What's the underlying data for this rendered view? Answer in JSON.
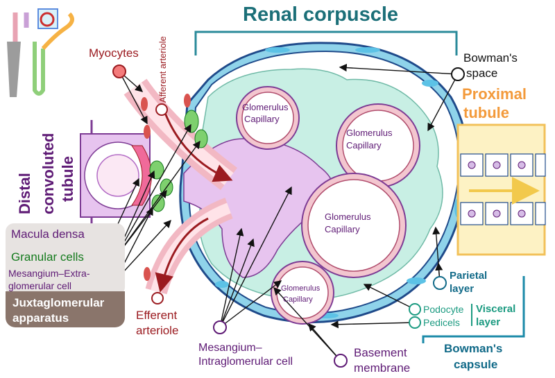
{
  "labels": {
    "renal_corpuscle": "Renal corpuscle",
    "bowmans_space_1": "Bowman's",
    "bowmans_space_2": "space",
    "proximal_1": "Proximal",
    "proximal_2": "tubule",
    "myocytes": "Myocytes",
    "afferent_arteriole": "Afferent arteriole",
    "distal_1": "Distal",
    "distal_2": "convoluted",
    "distal_3": "tubule",
    "macula_densa": "Macula densa",
    "granular_cells": "Granular cells",
    "mesangium_extra_1": "Mesangium–Extra-",
    "mesangium_extra_2": "glomerular cell",
    "jga_1": "Juxtaglomerular",
    "jga_2": "apparatus",
    "efferent_1": "Efferent",
    "efferent_2": "arteriole",
    "mesangium_intra_1": "Mesangium–",
    "mesangium_intra_2": "Intraglomerular cell",
    "basement_1": "Basement",
    "basement_2": "membrane",
    "parietal_1": "Parietal",
    "parietal_2": "layer",
    "podocyte": "Podocyte",
    "pedicels": "Pedicels",
    "visceral_1": "Visceral",
    "visceral_2": "layer",
    "bowmans_capsule_1": "Bowman's",
    "bowmans_capsule_2": "capsule",
    "glom_cap_1": "Glomerulus",
    "glom_cap_2": "Capillary"
  },
  "colors": {
    "capsule_outer": "#8fd3ea",
    "capsule_line": "#1f4a8a",
    "bowman_space": "#ffffff",
    "podocyte_fill": "#c8efe4",
    "mesangium_fill": "#e7c4ef",
    "capillary_wall": "#f3c6cf",
    "arteriole_wall": "#f2b8c3",
    "macula_densa": "#f06a9a",
    "granular": "#7ed06e",
    "tubule_fill": "#fdf2c4",
    "tubule_border": "#f2c15a",
    "marker_red": "#f47b7b",
    "arrow_red": "#9b1b20"
  }
}
